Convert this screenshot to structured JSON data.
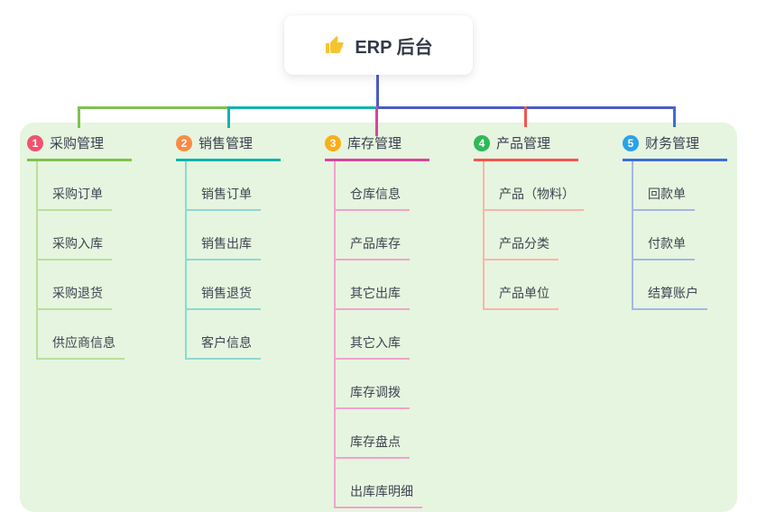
{
  "root": {
    "title": "ERP 后台",
    "icon": "thumbs-up-icon",
    "icon_color": "#F6C431",
    "box_color": "#FFFFFF",
    "text_color": "#333A47"
  },
  "canvas": {
    "panel_bg": "#E6F5DF",
    "root_stem_color": "#4A5BC5"
  },
  "branches": [
    {
      "num": "1",
      "label": "采购管理",
      "badge_color": "#F1536F",
      "accent_color": "#7DC24F",
      "light_color": "#B9DE9E",
      "children": [
        "采购订单",
        "采购入库",
        "采购退货",
        "供应商信息"
      ]
    },
    {
      "num": "2",
      "label": "销售管理",
      "badge_color": "#FB8B46",
      "accent_color": "#10B5AC",
      "light_color": "#8BD9D2",
      "children": [
        "销售订单",
        "销售出库",
        "销售退货",
        "客户信息"
      ]
    },
    {
      "num": "3",
      "label": "库存管理",
      "badge_color": "#FBAE17",
      "accent_color": "#D8459C",
      "light_color": "#F0A3CE",
      "children": [
        "仓库信息",
        "产品库存",
        "其它出库",
        "其它入库",
        "库存调拨",
        "库存盘点",
        "出库库明细"
      ]
    },
    {
      "num": "4",
      "label": "产品管理",
      "badge_color": "#2FB957",
      "accent_color": "#F2564F",
      "light_color": "#F9B3AD",
      "children": [
        "产品（物料）",
        "产品分类",
        "产品单位"
      ]
    },
    {
      "num": "5",
      "label": "财务管理",
      "badge_color": "#2BA2E8",
      "accent_color": "#3E6DD8",
      "light_color": "#A2B7E6",
      "children": [
        "回款单",
        "付款单",
        "结算账户"
      ]
    }
  ]
}
